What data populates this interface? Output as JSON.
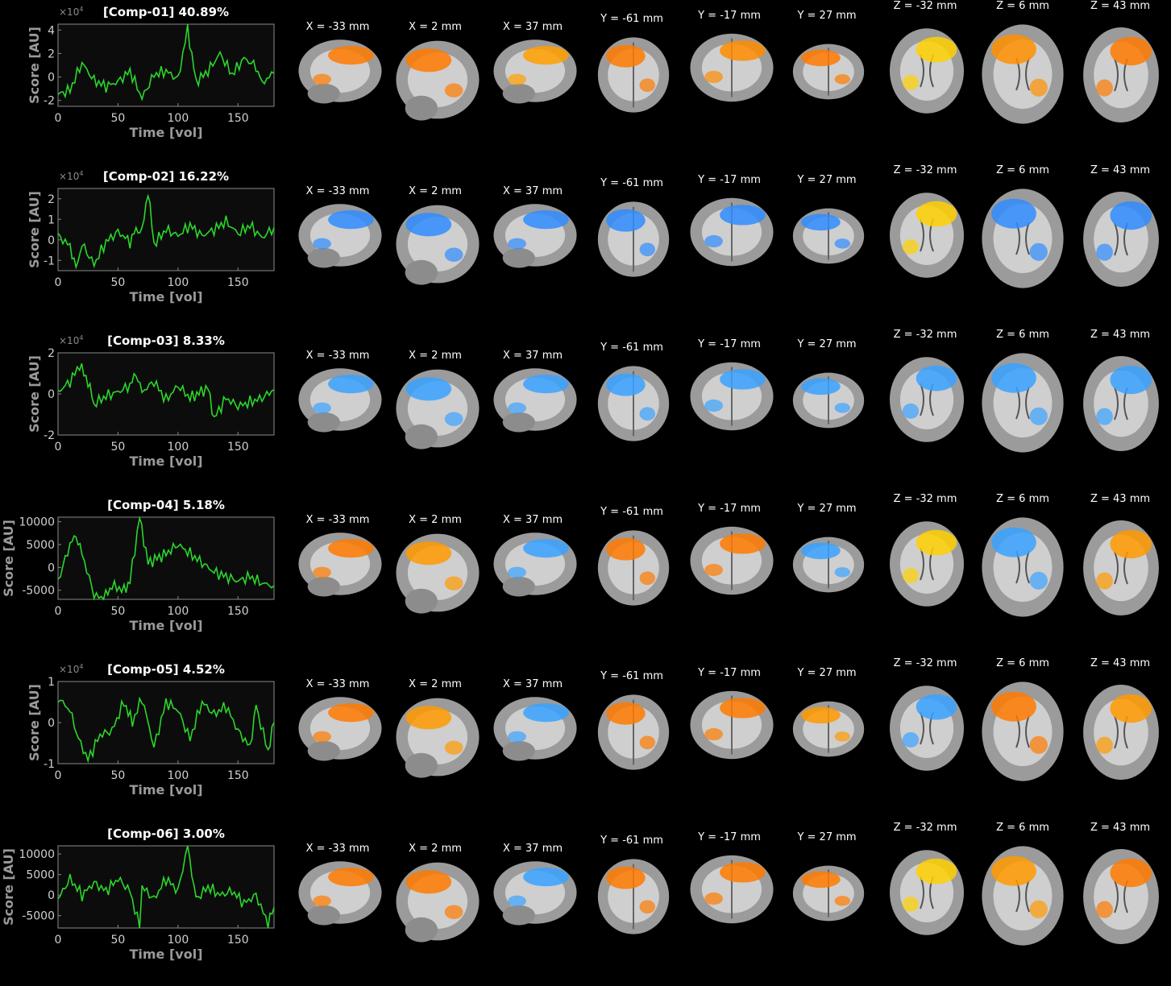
{
  "axis": {
    "xlabel": "Time [vol]",
    "ylabel": "Score [AU]",
    "xticks": [
      0,
      50,
      100,
      150
    ],
    "xlim": [
      0,
      180
    ],
    "line_color": "#2bd62b"
  },
  "slice_labels": [
    "X = -33 mm",
    "X = 2 mm",
    "X = 37 mm",
    "Y = -61 mm",
    "Y = -17 mm",
    "Y = 27 mm",
    "Z = -32 mm",
    "Z = 6 mm",
    "Z = 43 mm"
  ],
  "chart_data": [
    {
      "type": "line",
      "title": "[Comp-01] 40.89%",
      "multiplier": "×10",
      "exponent": "4",
      "ylim": [
        -2.5,
        4.5
      ],
      "yticks": [
        -2,
        0,
        2,
        4
      ],
      "yticklabels": [
        "-2",
        "0",
        "2",
        "4"
      ],
      "x": [
        0,
        10,
        20,
        30,
        40,
        50,
        60,
        70,
        80,
        90,
        100,
        108,
        115,
        125,
        135,
        145,
        155,
        165,
        170,
        180
      ],
      "y": [
        -1.5,
        -1.1,
        1.2,
        -0.3,
        -0.8,
        -0.4,
        0.5,
        -1.8,
        0.2,
        0.5,
        -0.2,
        4.1,
        -0.4,
        0.5,
        2,
        0.2,
        1.6,
        0.9,
        -0.5,
        0.3
      ]
    },
    {
      "type": "line",
      "title": "[Comp-02] 16.22%",
      "multiplier": "×10",
      "exponent": "4",
      "ylim": [
        -1.5,
        2.5
      ],
      "yticks": [
        -1,
        0,
        1,
        2
      ],
      "yticklabels": [
        "-1",
        "0",
        "1",
        "2"
      ],
      "x": [
        0,
        10,
        15,
        20,
        30,
        40,
        50,
        60,
        65,
        70,
        75,
        80,
        90,
        100,
        110,
        120,
        130,
        140,
        150,
        160,
        170,
        180
      ],
      "y": [
        0.2,
        -0.3,
        -1.4,
        -0.2,
        -1.2,
        -0.1,
        0.4,
        -0.1,
        0.5,
        0.4,
        2.4,
        -0.2,
        0.5,
        0.2,
        0.7,
        0.2,
        0.5,
        0.9,
        0.3,
        0.7,
        0.1,
        0.6
      ]
    },
    {
      "type": "line",
      "title": "[Comp-03] 8.33%",
      "multiplier": "×10",
      "exponent": "4",
      "ylim": [
        -2,
        2
      ],
      "yticks": [
        -2,
        0,
        2
      ],
      "yticklabels": [
        "-2",
        "0",
        "2"
      ],
      "x": [
        0,
        10,
        18,
        25,
        30,
        40,
        50,
        60,
        65,
        70,
        80,
        90,
        100,
        110,
        125,
        130,
        140,
        150,
        160,
        170,
        180
      ],
      "y": [
        0.1,
        0.6,
        1.4,
        0.6,
        -0.5,
        -0.1,
        0.1,
        0.4,
        1.0,
        0.1,
        0.6,
        -0.3,
        0.4,
        -0.2,
        0.3,
        -1.2,
        -0.2,
        -0.6,
        -0.4,
        -0.2,
        0.2
      ]
    },
    {
      "type": "line",
      "title": "[Comp-04] 5.18%",
      "multiplier": "",
      "exponent": "",
      "ylim": [
        -7000,
        11000
      ],
      "yticks": [
        -5000,
        0,
        5000,
        10000
      ],
      "yticklabels": [
        "-5000",
        "0",
        "5000",
        "10000"
      ],
      "x": [
        0,
        10,
        15,
        20,
        30,
        38,
        45,
        55,
        60,
        68,
        75,
        90,
        100,
        110,
        120,
        130,
        140,
        150,
        160,
        170,
        180
      ],
      "y": [
        -3000,
        5000,
        7000,
        3000,
        -6000,
        -7000,
        -4000,
        -5000,
        -3000,
        11000,
        1000,
        3000,
        5000,
        3000,
        1000,
        -1000,
        -2000,
        -3000,
        -2000,
        -3500,
        -4000
      ]
    },
    {
      "type": "line",
      "title": "[Comp-05] 4.52%",
      "multiplier": "×10",
      "exponent": "4",
      "ylim": [
        -1,
        1
      ],
      "yticks": [
        -1,
        0,
        1
      ],
      "yticklabels": [
        "-1",
        "0",
        "1"
      ],
      "x": [
        0,
        10,
        17,
        25,
        35,
        45,
        55,
        62,
        70,
        80,
        90,
        100,
        110,
        120,
        130,
        140,
        150,
        160,
        165,
        175,
        180
      ],
      "y": [
        0.6,
        0.3,
        -0.4,
        -0.9,
        -0.3,
        -0.2,
        0.5,
        0.0,
        0.6,
        -0.6,
        0.5,
        0.3,
        -0.4,
        0.5,
        0.2,
        0.4,
        -0.2,
        -0.6,
        0.4,
        -0.7,
        0.0
      ]
    },
    {
      "type": "line",
      "title": "[Comp-06] 3.00%",
      "multiplier": "",
      "exponent": "",
      "ylim": [
        -8000,
        12000
      ],
      "yticks": [
        -5000,
        0,
        5000,
        10000
      ],
      "yticklabels": [
        "-5000",
        "0",
        "5000",
        "10000"
      ],
      "x": [
        0,
        10,
        20,
        30,
        40,
        50,
        60,
        68,
        70,
        80,
        90,
        100,
        108,
        115,
        125,
        135,
        145,
        155,
        165,
        175,
        180
      ],
      "y": [
        -1000,
        4000,
        0,
        3000,
        1000,
        4000,
        1000,
        -8000,
        2000,
        -1000,
        4000,
        1000,
        12000,
        -1000,
        2000,
        0,
        1000,
        -2000,
        0,
        -7000,
        -3000
      ]
    }
  ],
  "maps": [
    {
      "c": [
        "#ff7a00",
        "#ff7a00",
        "#ffa000",
        "#ff7a00",
        "#ff8c00",
        "#ff7a00",
        "#ffd000",
        "#ff9000",
        "#ff7a00"
      ]
    },
    {
      "c": [
        "#2f8cff",
        "#2f8cff",
        "#2f8cff",
        "#2f8cff",
        "#2f8cff",
        "#2f8cff",
        "#ffd000",
        "#2f8cff",
        "#2f8cff"
      ]
    },
    {
      "c": [
        "#3aa2ff",
        "#3aa2ff",
        "#3aa2ff",
        "#3aa2ff",
        "#3aa2ff",
        "#3aa2ff",
        "#3aa2ff",
        "#3aa2ff",
        "#3aa2ff"
      ]
    },
    {
      "c": [
        "#ff7a00",
        "#ff9a00",
        "#3aa2ff",
        "#ff7a00",
        "#ff7a00",
        "#3aa2ff",
        "#ffd000",
        "#3aa2ff",
        "#ff9a00"
      ]
    },
    {
      "c": [
        "#ff7a00",
        "#ff9a00",
        "#3aa2ff",
        "#ff7a00",
        "#ff7a00",
        "#ff9a00",
        "#3aa2ff",
        "#ff7a00",
        "#ff9a00"
      ]
    },
    {
      "c": [
        "#ff7a00",
        "#ff7a00",
        "#3aa2ff",
        "#ff7a00",
        "#ff7a00",
        "#ff7a00",
        "#ffd000",
        "#ff9a00",
        "#ff7a00"
      ]
    }
  ]
}
